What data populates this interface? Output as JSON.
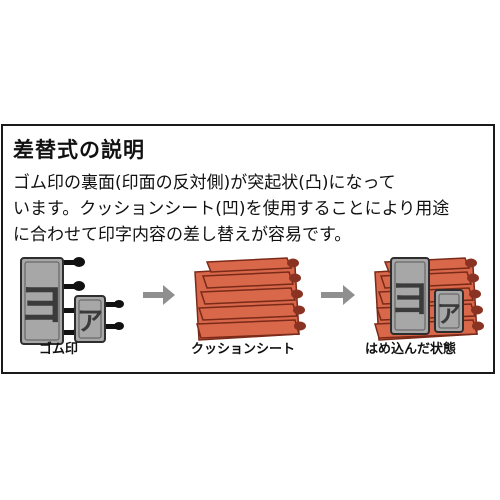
{
  "title": "差替式の説明",
  "description": [
    "ゴム印の裏面(印面の反対側)が突起状(凸)になって",
    "います。クッションシート(凹)を使用することにより用途",
    "に合わせて印字内容の差し替えが容易です。"
  ],
  "captions": {
    "rubber_stamp": "ゴム印",
    "cushion_sheet": "クッションシート",
    "inserted": "はめ込んだ状態"
  },
  "stamp_glyphs": {
    "large": "ヨ",
    "small": "ア"
  },
  "colors": {
    "border": "#1a1a1a",
    "stamp_face": "#a7a7a7",
    "stamp_dark": "#3b3b3b",
    "peg": "#111111",
    "sheet_fill": "#d9674a",
    "sheet_edge": "#7a2a18",
    "arrow": "#8f8f8f"
  }
}
